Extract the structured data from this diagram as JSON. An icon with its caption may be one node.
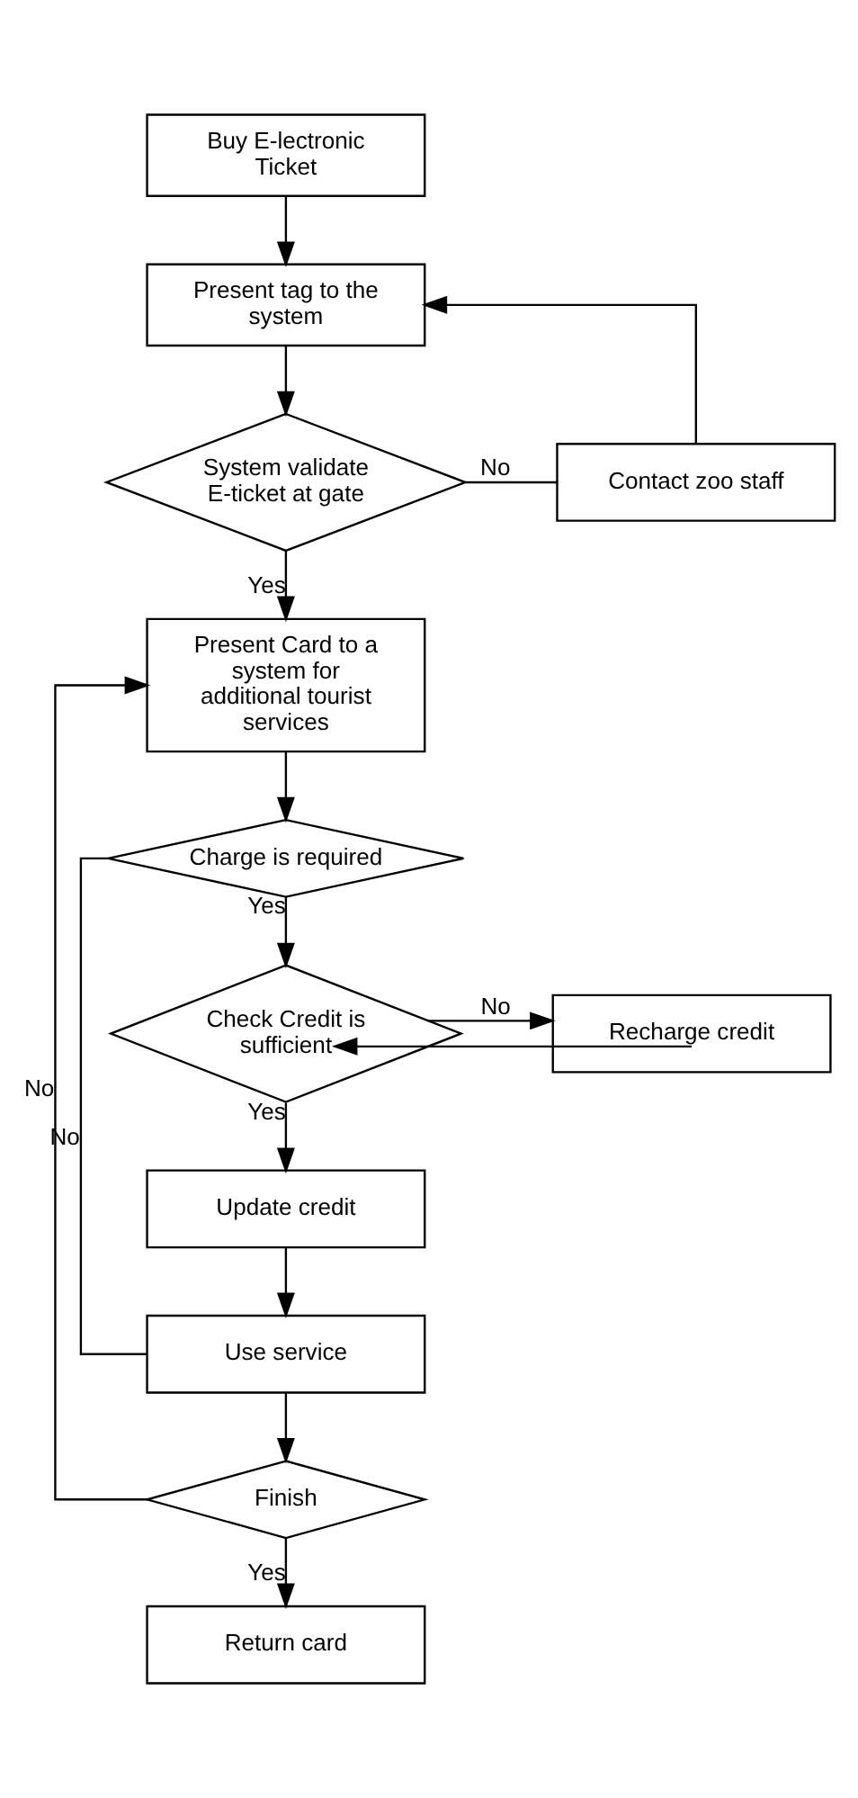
{
  "diagram": {
    "nodes": [
      {
        "text": [
          "Buy E-lectronic Ticket"
        ]
      },
      {
        "text": [
          "Present tag to the system"
        ]
      },
      {
        "text": [
          "System validate E-ticket at gate"
        ]
      },
      {
        "text": [
          "Contact zoo staff"
        ]
      },
      {
        "text": [
          "Present Card to a system for additional tourist services"
        ]
      },
      {
        "text": [
          "Charge is required"
        ]
      },
      {
        "text": [
          "Check Credit is sufficient"
        ]
      },
      {
        "text": [
          "Recharge credit"
        ]
      },
      {
        "text": [
          "Update credit"
        ]
      },
      {
        "text": [
          "Use service"
        ]
      },
      {
        "text": [
          "Finish"
        ]
      },
      {
        "text": [
          "Return card"
        ]
      }
    ],
    "edges": [
      {
        "from": 0,
        "to": 1,
        "arrow": "to"
      },
      {
        "from": 1,
        "to": 2,
        "arrow": "to"
      },
      {
        "from": 2,
        "to": 3,
        "arrow": "none",
        "label": "No"
      },
      {
        "from": 3,
        "to": 1,
        "arrow": "to"
      },
      {
        "from": 2,
        "to": 4,
        "arrow": "to",
        "label": "Yes"
      },
      {
        "from": 4,
        "to": 5,
        "arrow": "to"
      },
      {
        "from": 5,
        "to": 9,
        "arrow": "none",
        "label": "No"
      },
      {
        "from": 5,
        "to": 6,
        "arrow": "to",
        "label": "Yes"
      },
      {
        "from": 6,
        "to": 7,
        "arrow": "to",
        "label": "No"
      },
      {
        "from": 7,
        "to": 6,
        "arrow": "to"
      },
      {
        "from": 6,
        "to": 8,
        "arrow": "to",
        "label": "Yes"
      },
      {
        "from": 8,
        "to": 9,
        "arrow": "to"
      },
      {
        "from": 9,
        "to": 10,
        "arrow": "to"
      },
      {
        "from": 10,
        "to": 4,
        "arrow": "to",
        "label": "No"
      },
      {
        "from": 10,
        "to": 11,
        "arrow": "to",
        "label": "Yes"
      }
    ]
  }
}
